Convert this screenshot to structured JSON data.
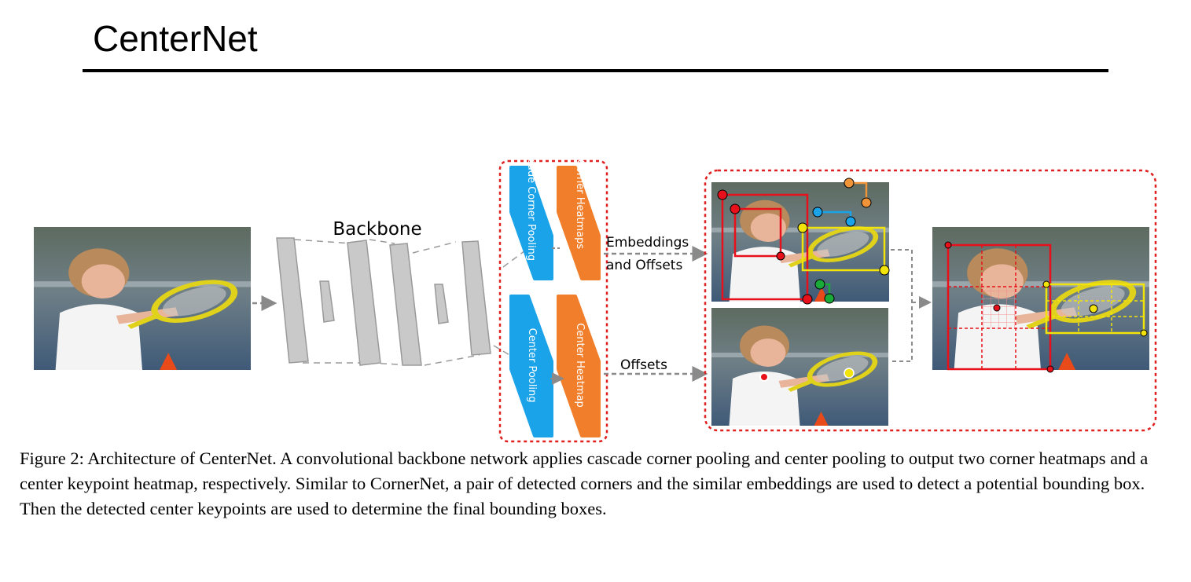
{
  "slide_title": "CenterNet",
  "diagram": {
    "backbone_label": "Backbone",
    "cascade_corner_pooling": "Cascade Corner Pooling",
    "corner_heatmaps": "Corner Heatmaps",
    "center_pooling": "Center Pooling",
    "center_heatmap": "Center Heatmap",
    "embeddings_line1": "Embeddings",
    "embeddings_line2": "and Offsets",
    "offsets_label": "Offsets"
  },
  "colors": {
    "pooling_blue": "#1aa3e8",
    "heatmap_orange": "#f07e2b",
    "dashed_red": "#e02020",
    "corner_red": "#e8101a",
    "center_yellow": "#f2e30a",
    "backbone_gray": "#c9c9c9"
  },
  "caption": "Figure 2: Architecture of CenterNet. A convolutional backbone network applies cascade corner pooling and center pooling to output two corner heatmaps and a center keypoint heatmap, respectively. Similar to CornerNet, a pair of detected corners and the similar embeddings are used to detect a potential bounding box. Then the detected center keypoints are used to determine the final bounding boxes."
}
